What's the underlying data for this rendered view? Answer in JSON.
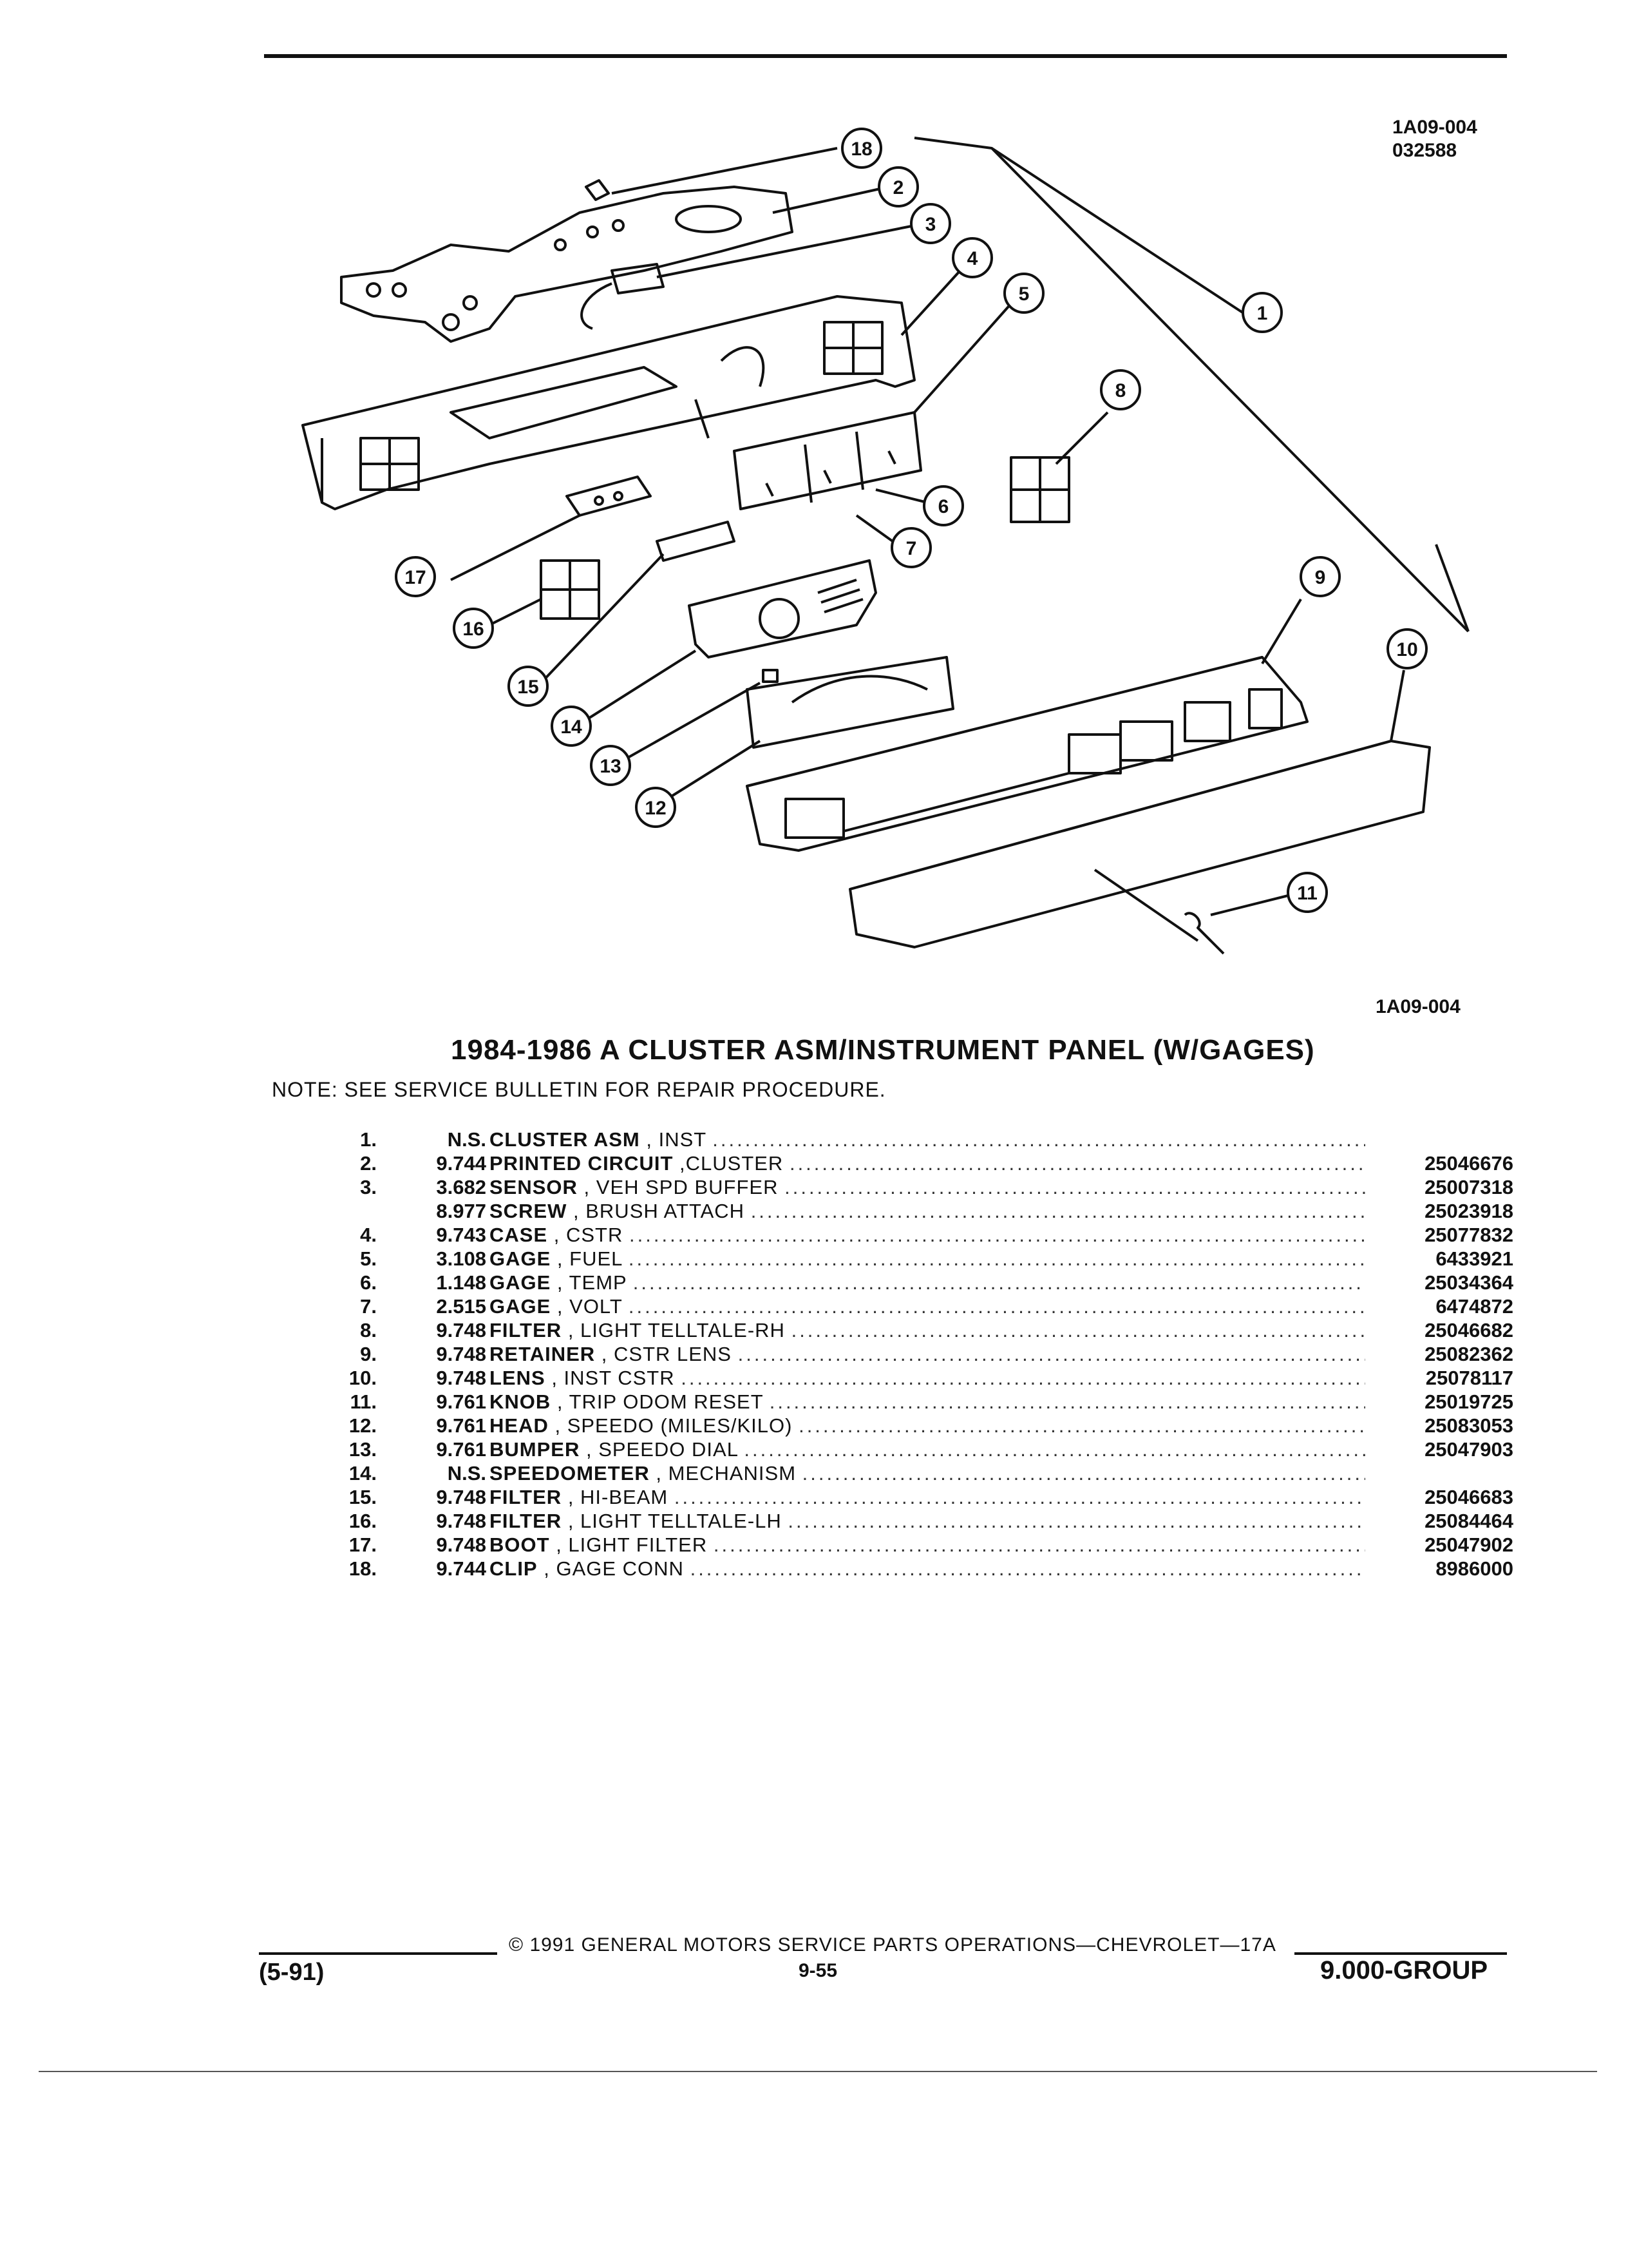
{
  "header": {
    "code_top": "1A09-004",
    "code_sub": "032588",
    "code_bottom": "1A09-004"
  },
  "callouts": [
    "1",
    "2",
    "3",
    "4",
    "5",
    "6",
    "7",
    "8",
    "9",
    "10",
    "11",
    "12",
    "13",
    "14",
    "15",
    "16",
    "17",
    "18"
  ],
  "title": "1984-1986 A CLUSTER ASM/INSTRUMENT PANEL (W/GAGES)",
  "note": "NOTE:  SEE SERVICE BULLETIN FOR REPAIR PROCEDURE.",
  "parts": [
    {
      "num": "1.",
      "group": "N.S.",
      "name": "CLUSTER ASM",
      "desc": ", INST",
      "part": ""
    },
    {
      "num": "2.",
      "group": "9.744",
      "name": "PRINTED CIRCUIT",
      "desc": ",CLUSTER",
      "part": "25046676"
    },
    {
      "num": "3.",
      "group": "3.682",
      "name": "SENSOR",
      "desc": ", VEH SPD BUFFER",
      "part": "25007318"
    },
    {
      "num": "",
      "group": "8.977",
      "name": "SCREW",
      "desc": ", BRUSH ATTACH",
      "part": "25023918"
    },
    {
      "num": "4.",
      "group": "9.743",
      "name": "CASE",
      "desc": ", CSTR",
      "part": "25077832"
    },
    {
      "num": "5.",
      "group": "3.108",
      "name": "GAGE",
      "desc": ", FUEL",
      "part": "6433921"
    },
    {
      "num": "6.",
      "group": "1.148",
      "name": "GAGE",
      "desc": ", TEMP",
      "part": "25034364"
    },
    {
      "num": "7.",
      "group": "2.515",
      "name": "GAGE",
      "desc": ", VOLT",
      "part": "6474872"
    },
    {
      "num": "8.",
      "group": "9.748",
      "name": "FILTER",
      "desc": ", LIGHT TELLTALE-RH",
      "part": "25046682"
    },
    {
      "num": "9.",
      "group": "9.748",
      "name": "RETAINER",
      "desc": ", CSTR LENS",
      "part": "25082362"
    },
    {
      "num": "10.",
      "group": "9.748",
      "name": "LENS",
      "desc": ", INST CSTR",
      "part": "25078117"
    },
    {
      "num": "11.",
      "group": "9.761",
      "name": "KNOB",
      "desc": ", TRIP ODOM RESET",
      "part": "25019725"
    },
    {
      "num": "12.",
      "group": "9.761",
      "name": "HEAD",
      "desc": ", SPEEDO (MILES/KILO)",
      "part": "25083053"
    },
    {
      "num": "13.",
      "group": "9.761",
      "name": "BUMPER",
      "desc": ", SPEEDO DIAL",
      "part": "25047903"
    },
    {
      "num": "14.",
      "group": "N.S.",
      "name": "SPEEDOMETER",
      "desc": ", MECHANISM",
      "part": ""
    },
    {
      "num": "15.",
      "group": "9.748",
      "name": "FILTER",
      "desc": ", HI-BEAM",
      "part": "25046683"
    },
    {
      "num": "16.",
      "group": "9.748",
      "name": "FILTER",
      "desc": ", LIGHT TELLTALE-LH",
      "part": "25084464"
    },
    {
      "num": "17.",
      "group": "9.748",
      "name": "BOOT",
      "desc": ", LIGHT FILTER",
      "part": "25047902"
    },
    {
      "num": "18.",
      "group": "9.744",
      "name": "CLIP",
      "desc": ", GAGE CONN",
      "part": "8986000"
    }
  ],
  "footer": {
    "copyright": "©  1991  GENERAL MOTORS SERVICE PARTS OPERATIONS—CHEVROLET—17A",
    "date": "(5-91)",
    "page": "9-55",
    "group": "9.000-GROUP"
  }
}
